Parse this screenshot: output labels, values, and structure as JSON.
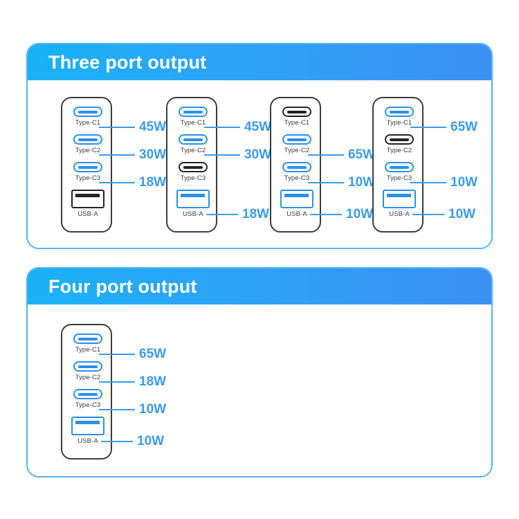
{
  "colors": {
    "header_gradient_start": "#19b2f5",
    "header_gradient_end": "#3a90f2",
    "card_border": "#4db6ef",
    "accent_blue": "#2b8fea",
    "watt_text": "#3a9bec",
    "inactive_port": "#232323",
    "casing_outline": "#3b3b3b",
    "background": "#ffffff"
  },
  "sections": [
    {
      "id": "three-port",
      "title": "Three port output",
      "devices": [
        {
          "id": "device-1",
          "ports": [
            {
              "type": "type-c",
              "label": "Type-C1",
              "watt": "45W",
              "active": true
            },
            {
              "type": "type-c",
              "label": "Type-C2",
              "watt": "30W",
              "active": true
            },
            {
              "type": "type-c",
              "label": "Type-C3",
              "watt": "18W",
              "active": true
            },
            {
              "type": "usb-a",
              "label": "USB-A",
              "watt": "",
              "active": false
            }
          ]
        },
        {
          "id": "device-2",
          "ports": [
            {
              "type": "type-c",
              "label": "Type-C1",
              "watt": "45W",
              "active": true
            },
            {
              "type": "type-c",
              "label": "Type-C2",
              "watt": "30W",
              "active": true
            },
            {
              "type": "type-c",
              "label": "Type-C3",
              "watt": "",
              "active": false
            },
            {
              "type": "usb-a",
              "label": "USB-A",
              "watt": "18W",
              "active": true
            }
          ]
        },
        {
          "id": "device-3",
          "ports": [
            {
              "type": "type-c",
              "label": "Type-C1",
              "watt": "",
              "active": false
            },
            {
              "type": "type-c",
              "label": "Type-C2",
              "watt": "65W",
              "active": true
            },
            {
              "type": "type-c",
              "label": "Type-C3",
              "watt": "10W",
              "active": true
            },
            {
              "type": "usb-a",
              "label": "USB-A",
              "watt": "10W",
              "active": true
            }
          ]
        },
        {
          "id": "device-4",
          "ports": [
            {
              "type": "type-c",
              "label": "Type-C1",
              "watt": "65W",
              "active": true
            },
            {
              "type": "type-c",
              "label": "Type-C2",
              "watt": "",
              "active": false
            },
            {
              "type": "type-c",
              "label": "Type-C3",
              "watt": "10W",
              "active": true
            },
            {
              "type": "usb-a",
              "label": "USB-A",
              "watt": "10W",
              "active": true
            }
          ]
        }
      ]
    },
    {
      "id": "four-port",
      "title": "Four port output",
      "devices": [
        {
          "id": "device-5",
          "ports": [
            {
              "type": "type-c",
              "label": "Type-C1",
              "watt": "65W",
              "active": true
            },
            {
              "type": "type-c",
              "label": "Type-C2",
              "watt": "18W",
              "active": true
            },
            {
              "type": "type-c",
              "label": "Type-C3",
              "watt": "10W",
              "active": true
            },
            {
              "type": "usb-a",
              "label": "USB-A",
              "watt": "10W",
              "active": true
            }
          ]
        }
      ]
    }
  ]
}
